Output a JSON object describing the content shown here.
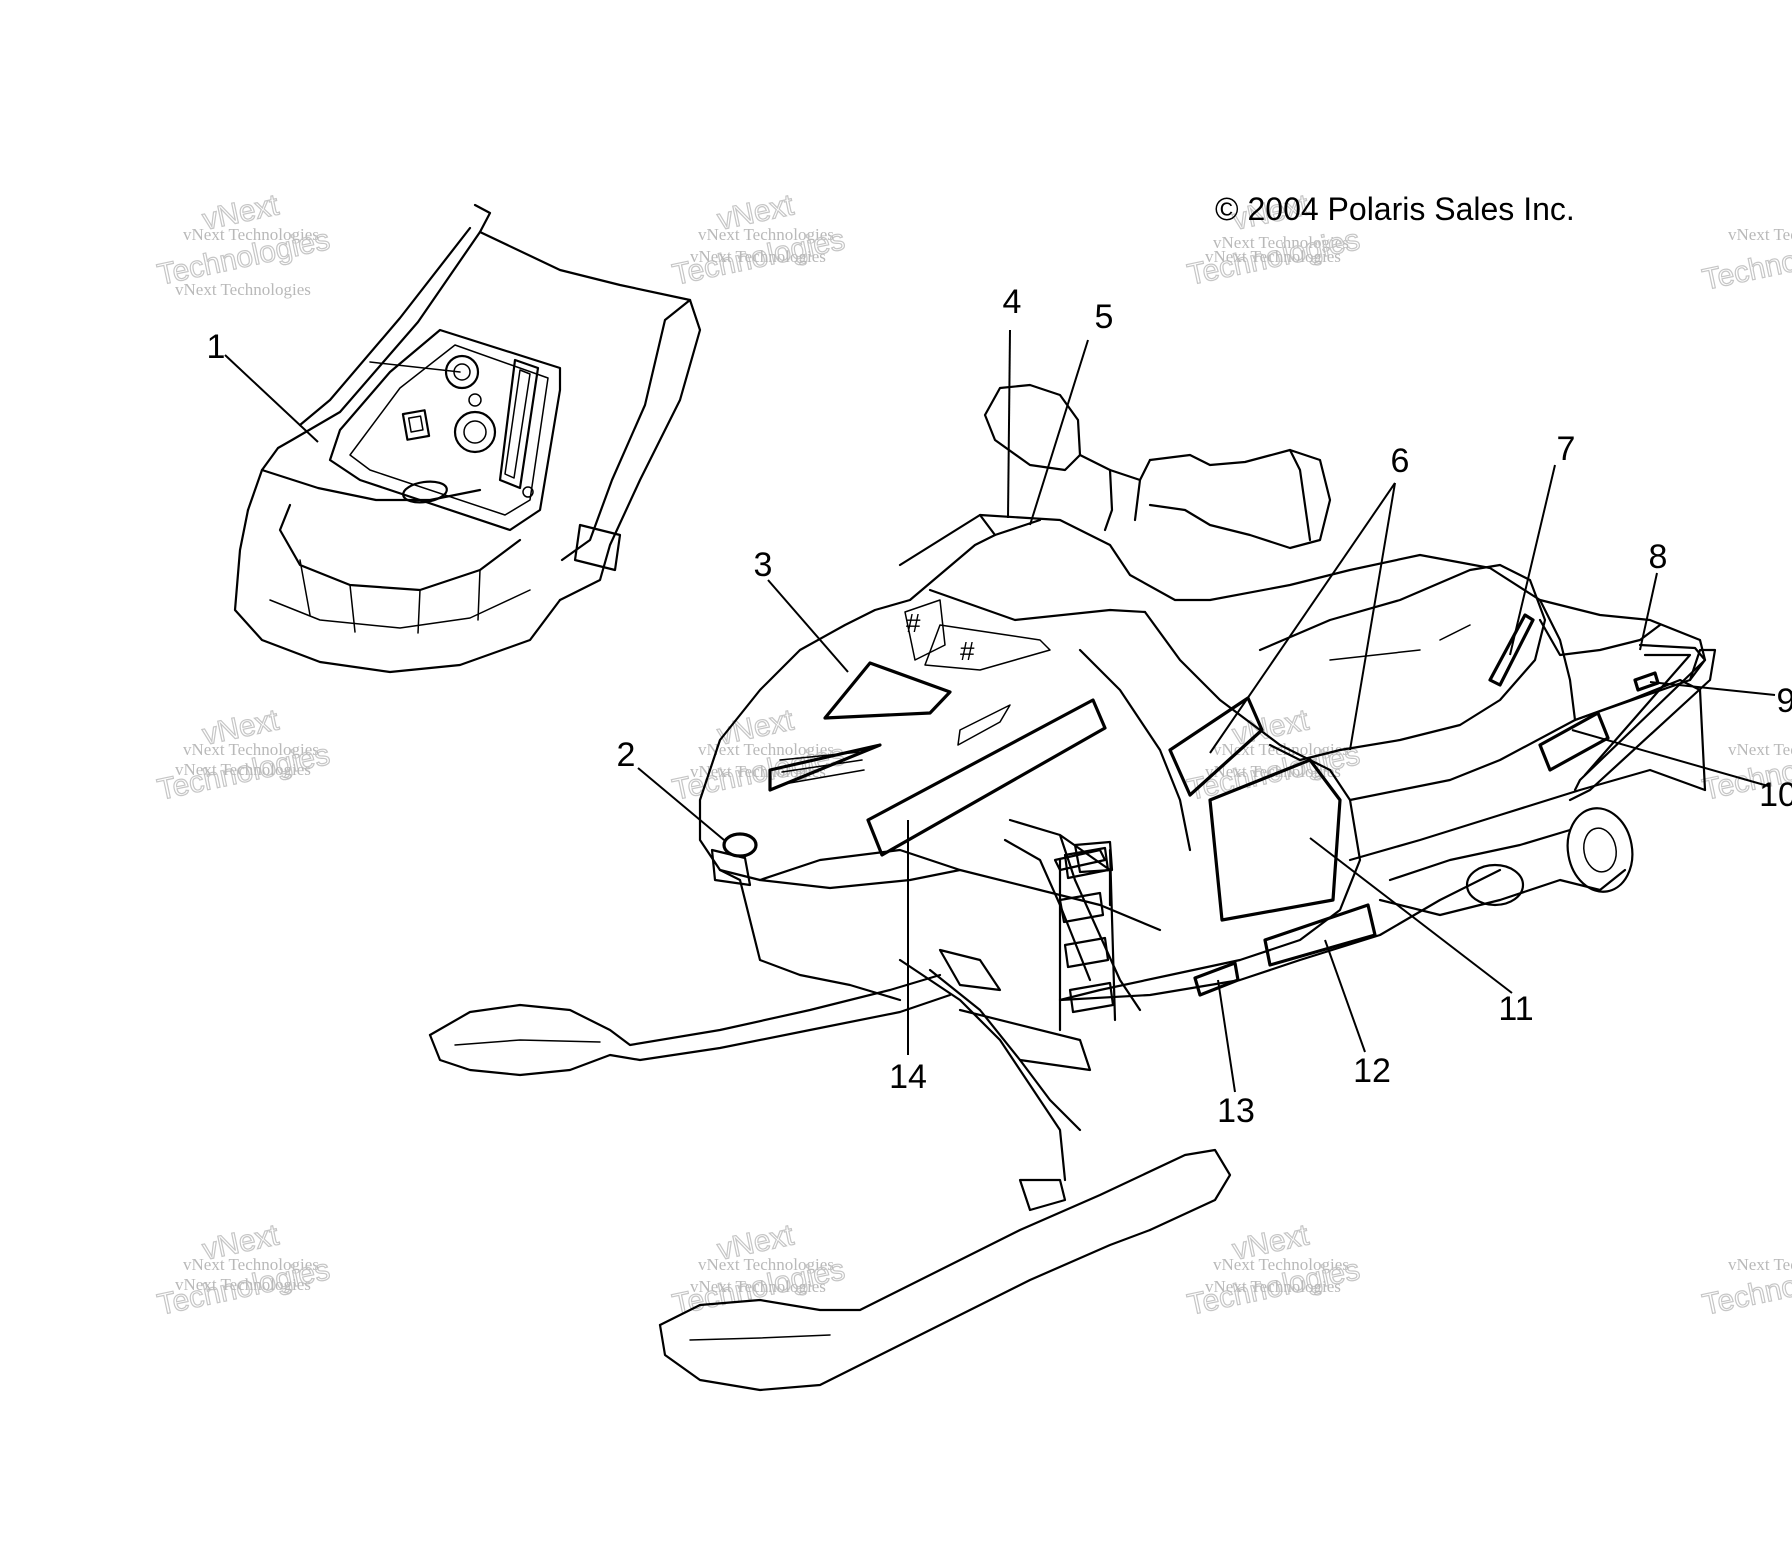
{
  "copyright": "© 2004 Polaris Sales Inc.",
  "watermark": {
    "line_small": "vNext Technologies",
    "line_big_1": "vNext",
    "line_big_2": "Technologies"
  },
  "callouts": [
    "1",
    "2",
    "3",
    "4",
    "5",
    "6",
    "7",
    "8",
    "9",
    "10",
    "11",
    "12",
    "13",
    "14"
  ]
}
